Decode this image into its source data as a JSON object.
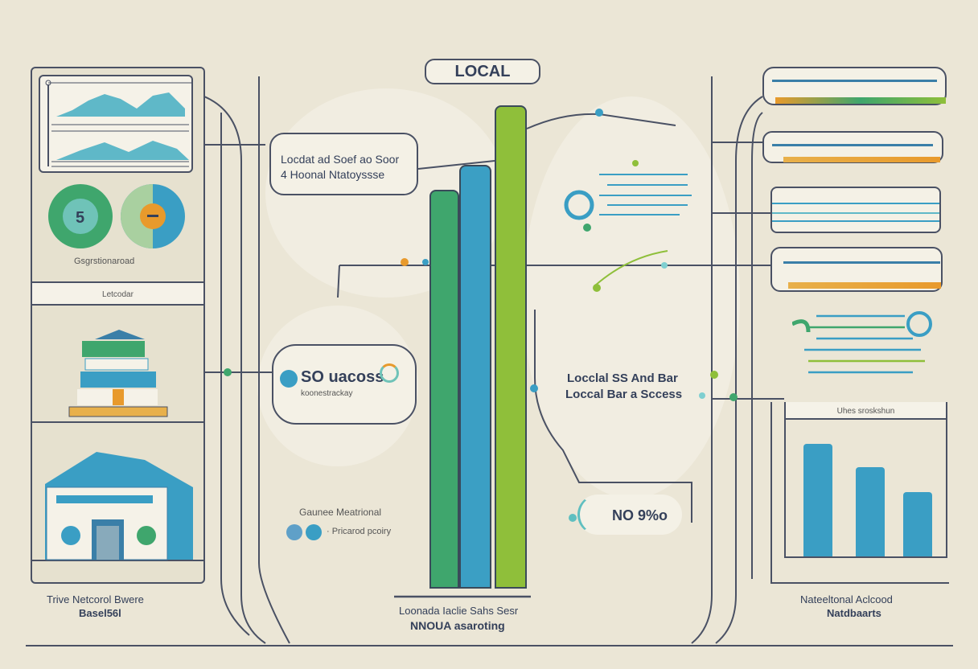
{
  "title": "LOCAL",
  "left_panel": {
    "donut_caption": "Gsgrstionaroad",
    "donut_icon_left": "5",
    "strip_label": "Letcodar",
    "footer_line1": "Trive Netcorol Bwere",
    "footer_line2": "Basel56l"
  },
  "callouts": {
    "top_line1": "Locdat ad Soef ao Soor",
    "top_line2": "4 Hoonal Ntatoyssse",
    "success_title": "SO uacoss",
    "success_sub": "koonestrackay",
    "guidance_title": "Gaunee Meatrional",
    "guidance_sub": "· Pricarod pcoiry",
    "right_line1": "Locclal SS And Bar",
    "right_line2": "Loccal Bar a Sccess",
    "percent": "NO 9%o",
    "center_footer_line1": "Loonada Iaclie Sahs Sesr",
    "center_footer_line2": "NNOUA asaroting"
  },
  "right_panel": {
    "strip_label": "Uhes sroskshun",
    "footer_line1": "Nateeltonal Aclcood",
    "footer_line2": "Natdbaarts"
  },
  "center_bars": [
    {
      "name": "green",
      "value": 0.8,
      "color": "#3fa66d"
    },
    {
      "name": "blue",
      "value": 0.85,
      "color": "#3b9fc4"
    },
    {
      "name": "lime",
      "value": 0.97,
      "color": "#8fbf3a"
    }
  ],
  "right_bars": [
    {
      "value": 1.0,
      "color": "#3a9ec4"
    },
    {
      "value": 0.79,
      "color": "#3a9ec4"
    },
    {
      "value": 0.57,
      "color": "#3a9ec4"
    }
  ],
  "colors": {
    "background": "#ebe6d6",
    "outline": "#4a5164",
    "teal": "#3a9ec4",
    "green": "#3fa66d",
    "lime": "#8fbf3a",
    "orange": "#e89a2c"
  }
}
